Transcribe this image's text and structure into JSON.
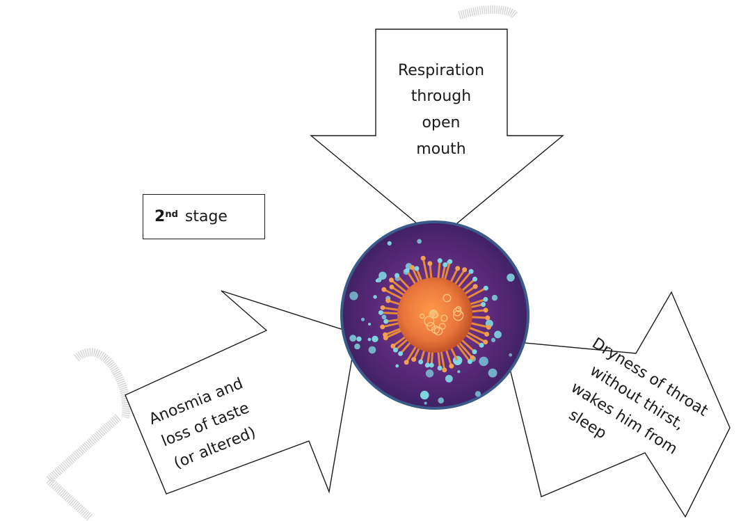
{
  "stage": {
    "number": "2",
    "suffix": "nd",
    "label": "stage"
  },
  "arrows": {
    "top": [
      "Respiration",
      "through",
      "open",
      "mouth"
    ],
    "left": [
      "Anosmia and",
      "loss of taste",
      "(or altered)"
    ],
    "right": [
      "Dryness of throat",
      "without thirst,",
      "wakes him from",
      "sleep"
    ]
  },
  "center_image": "coronavirus-particle",
  "colors": {
    "virus_core": "#e8743a",
    "virus_background": "#5a2a7a",
    "virus_border": "#3a5a8a",
    "spike_tips": "#7fd6e0",
    "watermark": "#d6d6d6"
  }
}
